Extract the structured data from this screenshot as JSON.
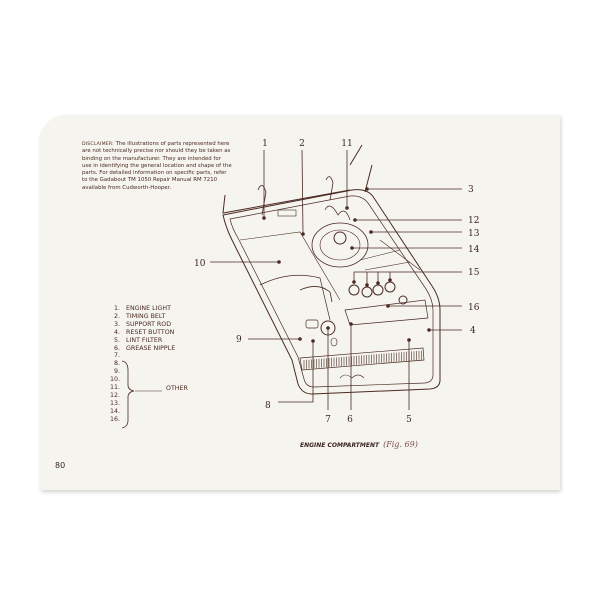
{
  "disclaimer": {
    "lead": "DISCLAIMER:",
    "text": "The illustrations of parts represented here are not technically precise nor should they be taken as binding on the manufacturer. They are intended for use in identifying the general location and shape of the parts. For detailed information on specific parts, refer to the Gadabout TM 1050 Repair Manual RM 7210 available from Cudworth-Hooper."
  },
  "legend": [
    {
      "num": "1.",
      "label": "ENGINE LIGHT"
    },
    {
      "num": "2.",
      "label": "TIMING BELT"
    },
    {
      "num": "3.",
      "label": "SUPPORT ROD"
    },
    {
      "num": "4.",
      "label": "RESET BUTTON"
    },
    {
      "num": "5.",
      "label": "LINT FILTER"
    },
    {
      "num": "6.",
      "label": "GREASE NIPPLE"
    },
    {
      "num": "7.",
      "label": ""
    },
    {
      "num": "8.",
      "label": ""
    },
    {
      "num": "9.",
      "label": ""
    },
    {
      "num": "10.",
      "label": ""
    },
    {
      "num": "11.",
      "label": ""
    },
    {
      "num": "12.",
      "label": ""
    },
    {
      "num": "13.",
      "label": ""
    },
    {
      "num": "14.",
      "label": ""
    },
    {
      "num": "16.",
      "label": ""
    }
  ],
  "other_label": "OTHER",
  "callouts": {
    "c1": "1",
    "c2": "2",
    "c11": "11",
    "c3": "3",
    "c12": "12",
    "c13": "13",
    "c14": "14",
    "c15": "15",
    "c16": "16",
    "c4": "4",
    "c10": "10",
    "c9": "9",
    "c8": "8",
    "c7": "7",
    "c6": "6",
    "c5": "5"
  },
  "caption": {
    "title": "ENGINE COMPARTMENT",
    "fig": "(Fig. 69)"
  },
  "page_number": "80",
  "colors": {
    "ink": "#4a2a22",
    "paper": "#f6f4ef"
  }
}
